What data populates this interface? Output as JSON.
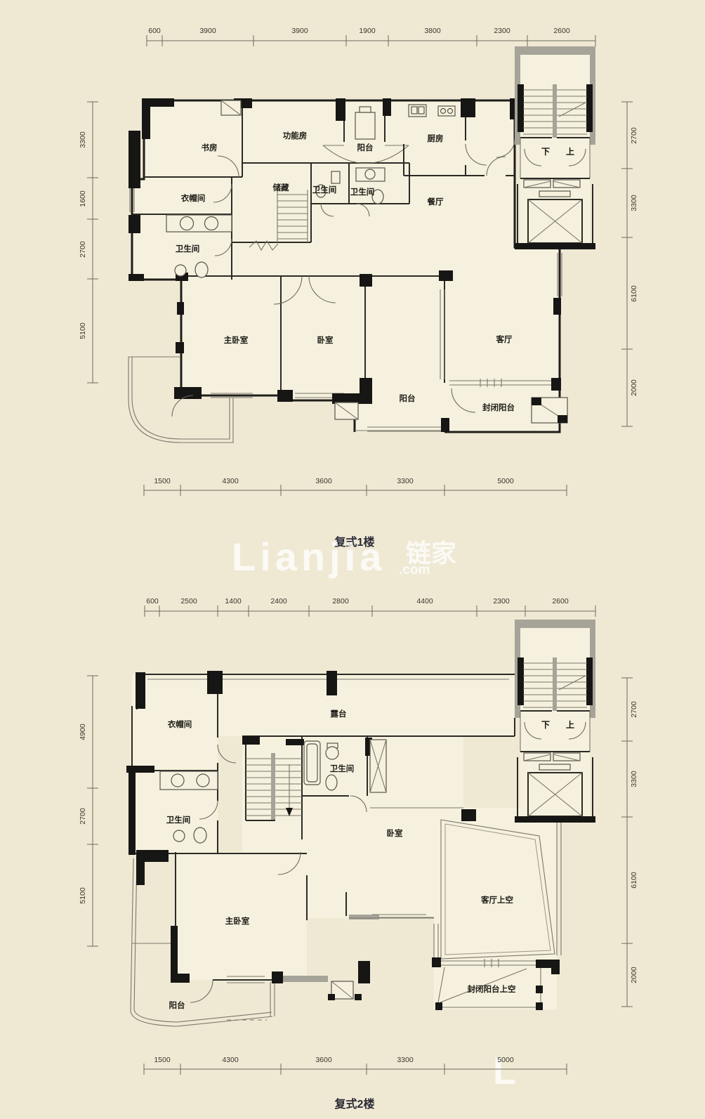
{
  "page": {
    "background": "#efe9d4"
  },
  "watermark": {
    "brand_latin": "Lianjia",
    "brand_tld": ".com",
    "brand_cn": "链家",
    "partial_mark": "L"
  },
  "floor1": {
    "title": "复式1楼",
    "dims": {
      "top": [
        "600",
        "3900",
        "3900",
        "1900",
        "3800",
        "2300",
        "2600"
      ],
      "left": [
        "3300",
        "1600",
        "2700",
        "5100"
      ],
      "right": [
        "2700",
        "3300",
        "6100",
        "2000"
      ],
      "bottom": [
        "1500",
        "4300",
        "3600",
        "3300",
        "5000"
      ]
    },
    "rooms": {
      "study": "书房",
      "function_room": "功能房",
      "balcony_top": "阳台",
      "kitchen": "厨房",
      "cloakroom": "衣帽间",
      "storage": "储藏",
      "bath_small_1": "卫生间",
      "bath_small_2": "卫生间",
      "dining": "餐厅",
      "bath_master": "卫生间",
      "master_bedroom": "主卧室",
      "bedroom": "卧室",
      "living": "客厅",
      "balcony_bay": "阳台",
      "enclosed_balcony": "封闭阳台",
      "stair_down": "下",
      "stair_up": "上"
    }
  },
  "floor2": {
    "title": "复式2楼",
    "dims": {
      "top": [
        "600",
        "2500",
        "1400",
        "2400",
        "2800",
        "4400",
        "2300",
        "2600"
      ],
      "left": [
        "4900",
        "2700",
        "5100"
      ],
      "right": [
        "2700",
        "3300",
        "6100",
        "2000"
      ],
      "bottom": [
        "1500",
        "4300",
        "3600",
        "3300",
        "5000"
      ]
    },
    "rooms": {
      "cloakroom": "衣帽间",
      "terrace": "露台",
      "bath_upper": "卫生间",
      "bath_master": "卫生间",
      "bedroom": "卧室",
      "master_bedroom": "主卧室",
      "living_void": "客厅上空",
      "enclosed_balcony_void": "封闭阳台上空",
      "balcony": "阳台",
      "stair_down": "下",
      "stair_up": "上"
    }
  }
}
